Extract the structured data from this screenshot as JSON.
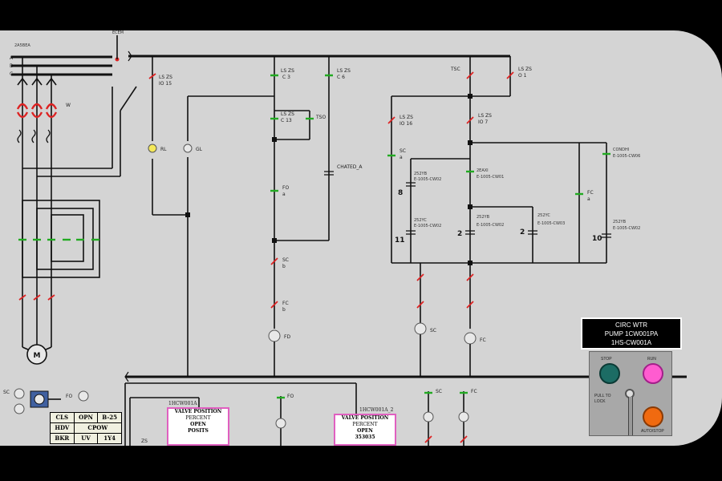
{
  "bus": {
    "label": "2A5BEA",
    "top_label": "ECEM"
  },
  "phase_labels": [
    "A",
    "B",
    "C"
  ],
  "motor": {
    "label": "M",
    "w_label": "W"
  },
  "lamps": [
    {
      "name": "RL",
      "label": "RL"
    },
    {
      "name": "GL",
      "label": "GL"
    },
    {
      "name": "FO",
      "label": "FO"
    },
    {
      "name": "SC-coil",
      "label": "SC"
    },
    {
      "name": "FC-coil",
      "label": "FC"
    }
  ],
  "contacts": {
    "ls_zs_io15": [
      "LS ZS",
      "IO 15"
    ],
    "ls_zs_c3": [
      "LS ZS",
      "C 3"
    ],
    "ls_zs_c6": [
      "LS ZS",
      "C 6"
    ],
    "ls_zs_c13": [
      "LS ZS",
      "C 13"
    ],
    "tso": "TSO",
    "chated": "CHATED_A",
    "fo_a": [
      "FO",
      "a"
    ],
    "sc_b": [
      "SC",
      "b"
    ],
    "fc_b": [
      "FC",
      "b"
    ],
    "fd": "FD",
    "tsc": "TSC",
    "ls_zs_o1": [
      "LS ZS",
      "O 1"
    ],
    "ls_zs_io16": [
      "LS ZS",
      "IO 16"
    ],
    "ls_zs_io7": [
      "LS ZS",
      "IO 7"
    ],
    "sc_a": [
      "SC",
      "a"
    ],
    "e252yb": [
      "252YB",
      "E-1005-CW02"
    ],
    "e252yc": [
      "252YC",
      "E-1005-CW02"
    ],
    "e2a0i": [
      "2EAXI",
      "E-1005-CW01"
    ],
    "e252yb2": [
      "252YB",
      "E-1005-CW02"
    ],
    "e252yc2": [
      "252YC",
      "E-1005-CW03"
    ],
    "cond": [
      "CONDHI",
      "E-1005-CW06"
    ],
    "fc_a": [
      "FC",
      "a"
    ],
    "e252yb3": [
      "252YB",
      "E-1005-CW02"
    ]
  },
  "numbers": [
    "8",
    "11",
    "2",
    "2",
    "10"
  ],
  "bottom": {
    "sc": "SC",
    "fo": "FO",
    "status_grid": [
      "CLS",
      "OPN",
      "B-25",
      "HDV",
      "CPOW",
      "BKR",
      "UV",
      "1Y4"
    ],
    "valve1_tag": "1HCW001A",
    "valve2_tag": "1HCW001A_2",
    "valve_title": "VALVE POSITION",
    "valve_percent": "PERCENT",
    "valve_open": "OPEN",
    "valve1_value": "POSITS",
    "valve2_value": "353035",
    "zs": "ZS",
    "bottom_fo": "FO",
    "bottom_sc": "SC",
    "bottom_fc": "FC"
  },
  "pump_panel": {
    "line1": "CIRC WTR",
    "line2": "PUMP 1CW001PA",
    "line3": "1HS-CW001A"
  },
  "station": {
    "stop": "STOP",
    "run": "RUN",
    "pull": "PULL TO LOCK",
    "auto": "AUTO/STOP"
  },
  "colors": {
    "background": "#d4d4d4",
    "contact_closed": "#22aa22",
    "contact_open": "#dd2222",
    "stop_button": "#1c6c64",
    "run_button": "#ff5cd0",
    "pull_button": "#f06a10"
  }
}
